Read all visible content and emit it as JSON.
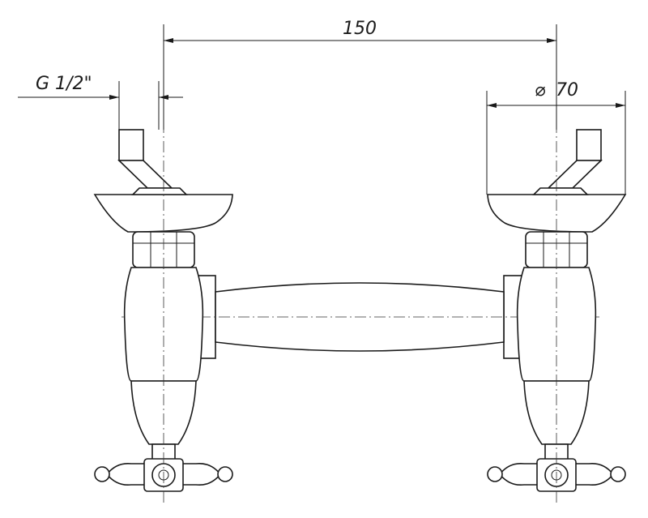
{
  "dimensions": {
    "center_distance": "150",
    "thread": "G 1/2\"",
    "diameter_symbol": "⌀",
    "diameter": "70"
  },
  "colors": {
    "line": "#1a1a1a",
    "background": "#ffffff"
  }
}
